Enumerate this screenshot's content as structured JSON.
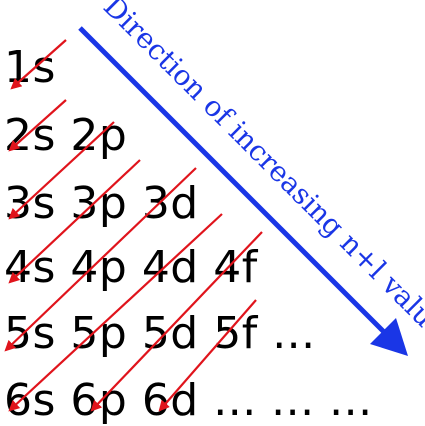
{
  "orbital_rows": [
    "1s",
    "2s 2p",
    "3s 3p 3d",
    "4s 4p 4d 4f",
    "5s 5p 5d 5f ...",
    "6s 6p 6d ... ... ..."
  ],
  "direction_label": "Direction of increasing n+l value",
  "colors": {
    "text": "#000000",
    "diagonal_arrows": "#e0141c",
    "direction_arrow": "#1a36e6"
  }
}
